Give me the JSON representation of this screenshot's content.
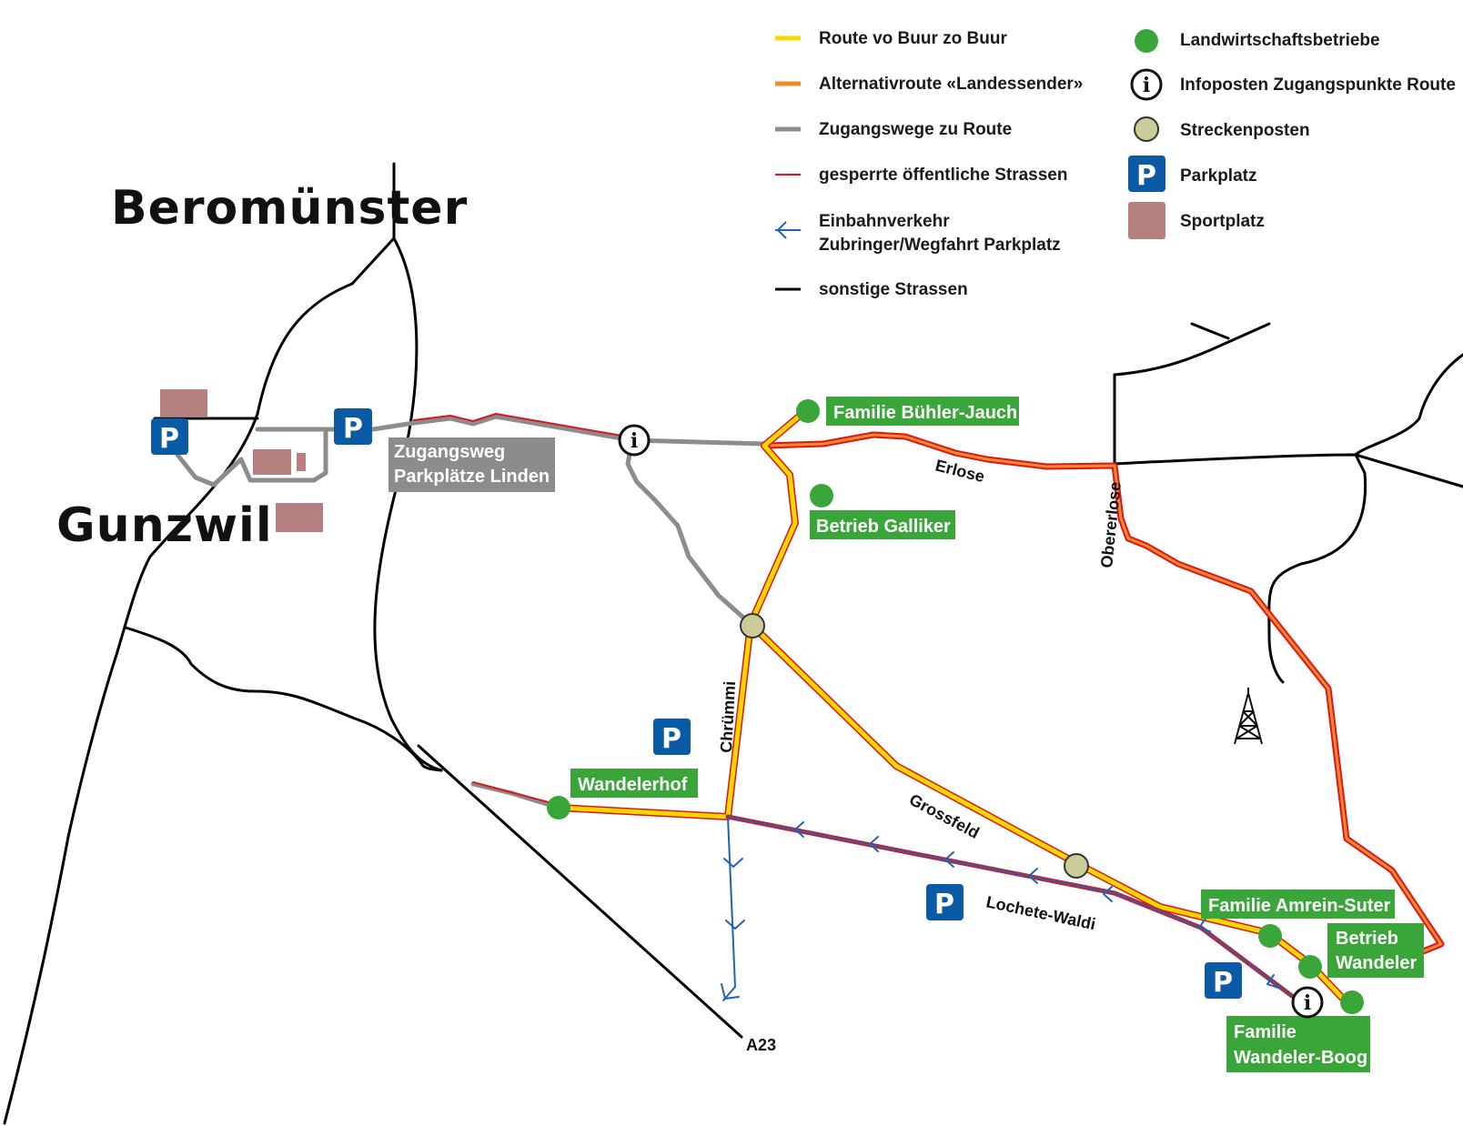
{
  "towns": {
    "beromuenster": "Beromünster",
    "gunzwil": "Gunzwil"
  },
  "legend": {
    "route": "Route vo Buur zo Buur",
    "alt_route": "Alternativroute «Landessender»",
    "access": "Zugangswege zu Route",
    "closed": "gesperrte öffentliche Strassen",
    "oneway_line1": "Einbahnverkehr",
    "oneway_line2": "Zubringer/Wegfahrt Parkplatz",
    "other": "sonstige Strassen",
    "farms": "Landwirtschaftsbetriebe",
    "info": "Infoposten Zugangspunkte Route",
    "posts": "Streckenposten",
    "parking": "Parkplatz",
    "sports": "Sportplatz"
  },
  "roads": {
    "erlose": "Erlose",
    "obererlose": "Obererlose",
    "chruemmi": "Chrümmi",
    "grossfeld": "Grossfeld",
    "lochete": "Lochete-Waldi",
    "a23": "A23"
  },
  "labels": {
    "zugangsweg_line1": "Zugangsweg",
    "zugangsweg_line2": "Parkplätze Linden",
    "buehler": "Familie Bühler-Jauch",
    "galliker": "Betrieb Galliker",
    "wandelerhof": "Wandelerhof",
    "amrein": "Familie Amrein-Suter",
    "betrieb_wandeler_line1": "Betrieb",
    "betrieb_wandeler_line2": "Wandeler",
    "wandeler_boog_line1": "Familie",
    "wandeler_boog_line2": "Wandeler-Boog"
  },
  "symbols": {
    "parking_letter": "P",
    "info_letter": "i"
  },
  "colors": {
    "route": "#f5d800",
    "alt_route": "#f08c28",
    "access": "#8c8c8c",
    "closed": "#e0141e",
    "oneway": "#1e64b4",
    "other": "#000000",
    "farm": "#3aa63a",
    "post": "#cccc99",
    "parking": "#0a5aa6",
    "sports": "#b78080"
  }
}
